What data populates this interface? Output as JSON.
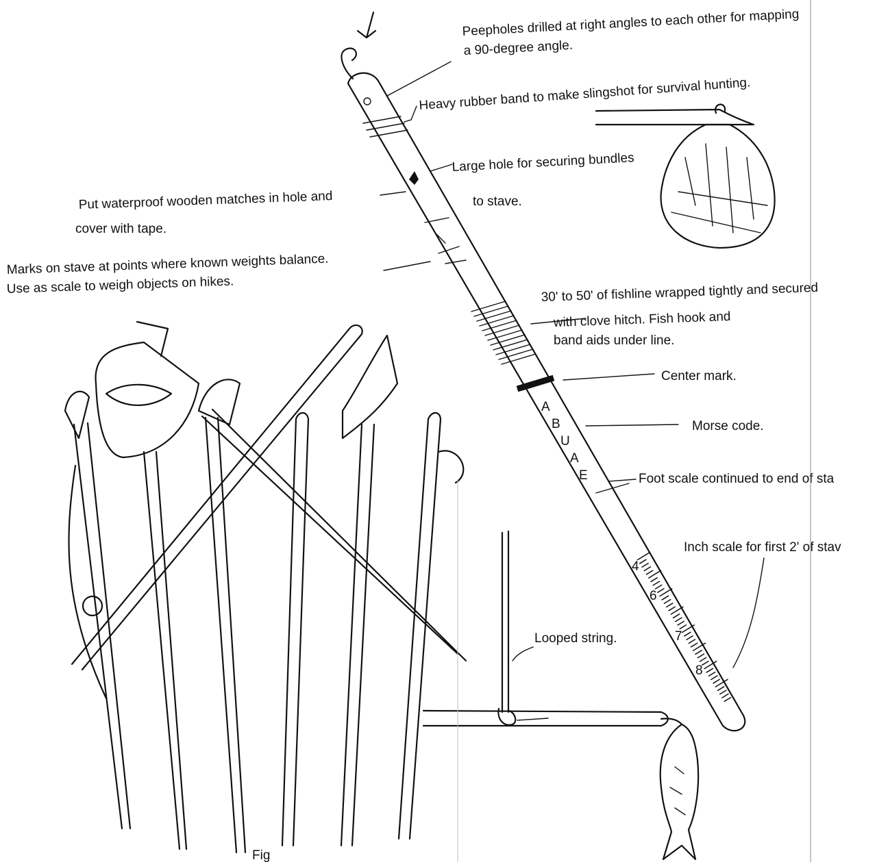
{
  "labels": {
    "peepholes_1": "Peepholes drilled at right angles to each other for mapping",
    "peepholes_2": "a 90-degree angle.",
    "rubber_band": "Heavy rubber band to make slingshot for survival hunting.",
    "large_hole_1": "Large hole for securing bundles",
    "large_hole_2": "to stave.",
    "matches_1": "Put waterproof wooden matches in hole and",
    "matches_2": "cover with tape.",
    "marks_1": "Marks on stave at points where known weights balance.",
    "marks_2": "Use as scale to weigh objects on hikes.",
    "fishline_1": "30' to 50' of fishline wrapped tightly and secured",
    "fishline_2": "with clove  hitch.  Fish hook and",
    "fishline_3": "band aids under line.",
    "center_mark": "Center mark.",
    "morse_code": "Morse code.",
    "foot_scale": "Foot scale continued to end of sta",
    "inch_scale": "Inch scale for first 2' of stav",
    "looped_string": "Looped string."
  },
  "stave_marks": {
    "morse_letters": [
      "A",
      "B",
      "U",
      "A",
      "E"
    ],
    "inch_numbers": [
      "4",
      "6",
      "7",
      "8"
    ]
  },
  "figure_tag": "Fig"
}
